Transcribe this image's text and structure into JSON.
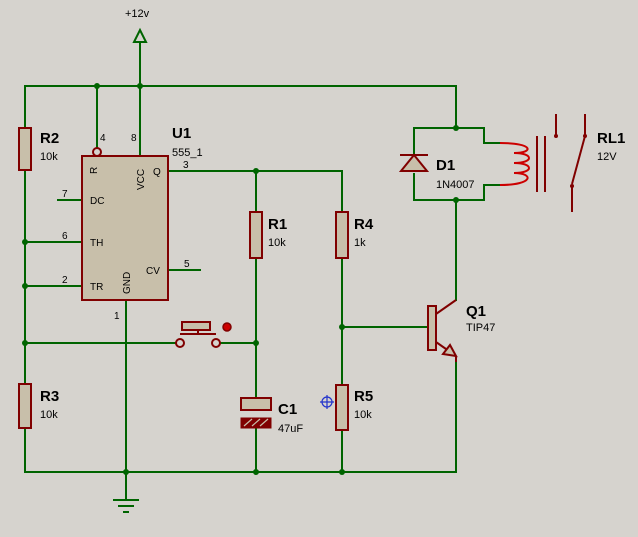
{
  "supply": {
    "label": "+12v"
  },
  "u1": {
    "ref": "U1",
    "part": "555_1",
    "pins": {
      "r": "R",
      "vcc": "VCC",
      "q": "Q",
      "dc": "DC",
      "th": "TH",
      "tr": "TR",
      "gnd": "GND",
      "cv": "CV"
    },
    "pin_numbers": {
      "p4": "4",
      "p8": "8",
      "p3": "3",
      "p7": "7",
      "p6": "6",
      "p2": "2",
      "p1": "1",
      "p5": "5"
    }
  },
  "r1": {
    "ref": "R1",
    "value": "10k"
  },
  "r2": {
    "ref": "R2",
    "value": "10k"
  },
  "r3": {
    "ref": "R3",
    "value": "10k"
  },
  "r4": {
    "ref": "R4",
    "value": "1k"
  },
  "r5": {
    "ref": "R5",
    "value": "10k"
  },
  "c1": {
    "ref": "C1",
    "value": "47uF"
  },
  "d1": {
    "ref": "D1",
    "value": "1N4007"
  },
  "q1": {
    "ref": "Q1",
    "value": "TIP47"
  },
  "rl1": {
    "ref": "RL1",
    "value": "12V"
  },
  "colors": {
    "background": "#d6d3ce",
    "wire": "#006400",
    "component": "#800000",
    "component_fill": "#c8bfaa"
  }
}
